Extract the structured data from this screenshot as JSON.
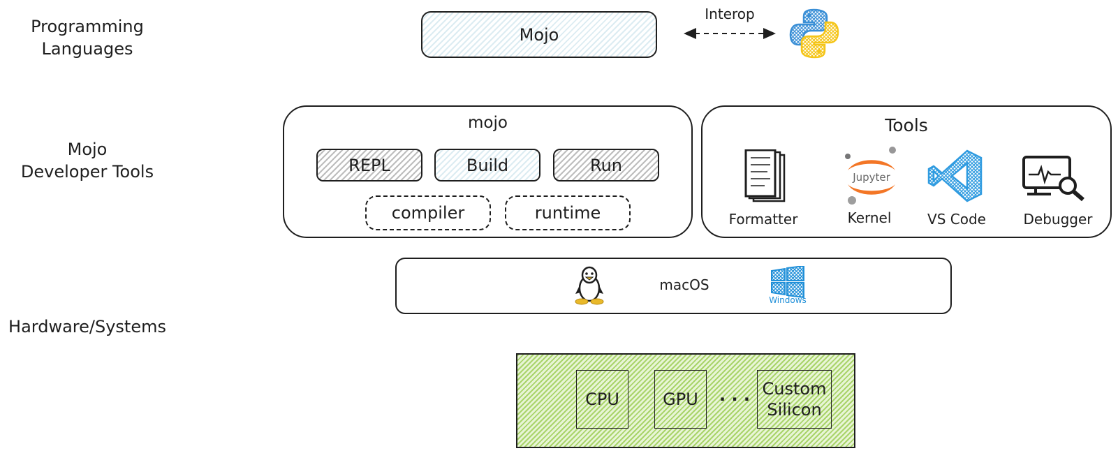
{
  "layers": {
    "programming_languages": "Programming\nLanguages",
    "developer_tools": "Mojo\nDeveloper Tools",
    "hardware_systems": "Hardware/Systems"
  },
  "languages": {
    "mojo_label": "Mojo",
    "interop_label": "Interop",
    "python_icon": "python-logo-icon"
  },
  "mojo_cli": {
    "title": "mojo",
    "commands": [
      "REPL",
      "Build",
      "Run"
    ],
    "components": [
      "compiler",
      "runtime"
    ]
  },
  "tools": {
    "title": "Tools",
    "items": [
      {
        "label": "Formatter",
        "icon": "document-icon"
      },
      {
        "label": "Kernel",
        "icon": "jupyter-icon",
        "icon_text": "Jupyter"
      },
      {
        "label": "VS Code",
        "icon": "vscode-icon"
      },
      {
        "label": "Debugger",
        "icon": "debugger-icon"
      }
    ]
  },
  "os": {
    "center_label": "macOS",
    "windows_label": "Windows",
    "linux_icon": "linux-penguin-icon"
  },
  "hardware": {
    "chips": [
      "CPU",
      "GPU",
      "Custom\nSilicon"
    ],
    "ellipsis": ". . ."
  },
  "colors": {
    "ink": "#1e1e1e",
    "mojo_fill": "#dcecf2",
    "gray_fill": "#bdbdbd",
    "green_fill": "#a9d46a",
    "python_blue": "#3a8fd6",
    "python_yellow": "#f5c518",
    "jupyter_orange": "#f37626",
    "vscode_blue": "#2f9be0",
    "windows_blue": "#1f8fd8",
    "tux_yellow": "#e9b92a"
  }
}
